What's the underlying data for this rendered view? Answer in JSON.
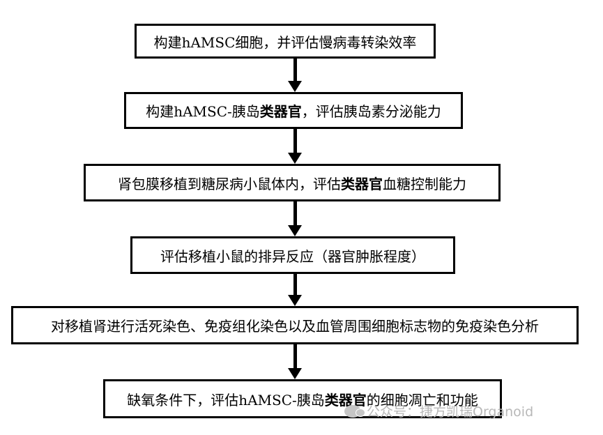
{
  "steps": [
    {
      "text": "构建hAMSC细胞，并评估慢病毒转染效率"
    },
    {
      "pre": "构建hAMSC-胰岛",
      "bold": "类器官",
      "post": "，评估胰岛素分泌能力"
    },
    {
      "pre": "肾包膜移植到糖尿病小鼠体内，评估",
      "bold": "类器官",
      "post": "血糖控制能力"
    },
    {
      "text": "评估移植小鼠的排异反应（器官肿胀程度）"
    },
    {
      "text": "对移植肾进行活死染色、免疫组化染色以及血管周围细胞标志物的免疫染色分析"
    },
    {
      "pre": "缺氧条件下，评估hAMSC-胰岛",
      "bold": "类器官",
      "post": "的细胞凋亡和功能"
    }
  ],
  "watermark": {
    "text": "公众号：捷方凯瑞Organoid",
    "icon": "wechat-icon"
  }
}
